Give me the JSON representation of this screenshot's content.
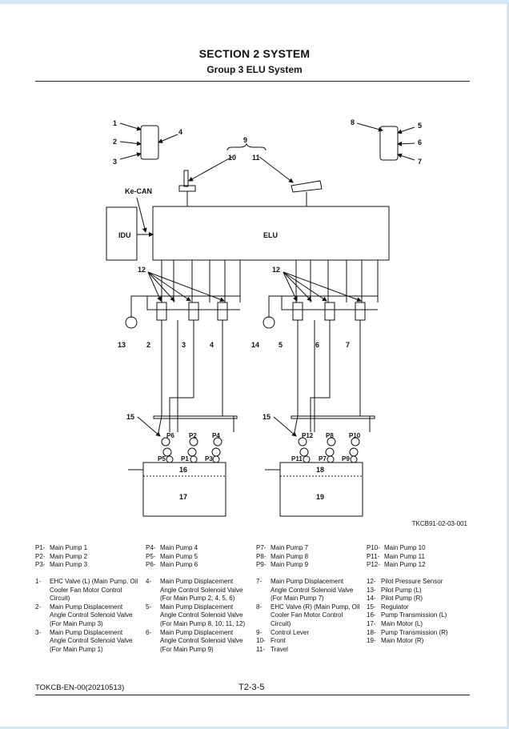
{
  "header": {
    "section_title": "SECTION 2 SYSTEM",
    "group_title": "Group 3 ELU System"
  },
  "diagram": {
    "figure_id": "TKCB91-02-03-001",
    "blocks": {
      "idu": "IDU",
      "elu": "ELU",
      "ke_can": "Ke-CAN"
    },
    "callouts": {
      "n1": "1",
      "n2": "2",
      "n3": "3",
      "n4": "4",
      "n5": "5",
      "n6": "6",
      "n7": "7",
      "n8": "8",
      "n9": "9",
      "n10": "10",
      "n11": "11",
      "n12a": "12",
      "n12b": "12",
      "n13": "13",
      "n14": "14",
      "n15a": "15",
      "n15b": "15",
      "n16": "16",
      "n17": "17",
      "n18": "18",
      "n19": "19",
      "v2": "2",
      "v3": "3",
      "v4": "4",
      "v5": "5",
      "v6": "6",
      "v7": "7"
    },
    "pumps": {
      "p1": "P1",
      "p2": "P2",
      "p3": "P3",
      "p4": "P4",
      "p5": "P5",
      "p6": "P6",
      "p7": "P7",
      "p8": "P8",
      "p9": "P9",
      "p10": "P10",
      "p11": "P11",
      "p12": "P12"
    }
  },
  "legend": {
    "pumps_col1": [
      {
        "k": "P1-",
        "v": "Main Pump 1"
      },
      {
        "k": "P2-",
        "v": "Main Pump 2"
      },
      {
        "k": "P3-",
        "v": "Main Pump 3"
      }
    ],
    "pumps_col2": [
      {
        "k": "P4-",
        "v": "Main Pump 4"
      },
      {
        "k": "P5-",
        "v": "Main Pump 5"
      },
      {
        "k": "P6-",
        "v": "Main Pump 6"
      }
    ],
    "pumps_col3": [
      {
        "k": "P7-",
        "v": "Main Pump 7"
      },
      {
        "k": "P8-",
        "v": "Main Pump 8"
      },
      {
        "k": "P9-",
        "v": "Main Pump 9"
      }
    ],
    "pumps_col4": [
      {
        "k": "P10-",
        "v": "Main Pump 10"
      },
      {
        "k": "P11-",
        "v": "Main Pump 11"
      },
      {
        "k": "P12-",
        "v": "Main Pump 12"
      }
    ],
    "items_col1": [
      {
        "k": "1-",
        "v": "EHC Valve (L) (Main Pump, Oil Cooler Fan Motor Control Circuit)"
      },
      {
        "k": "2-",
        "v": "Main Pump Displacement Angle Control Solenoid Valve (For Main Pump 3)"
      },
      {
        "k": "3-",
        "v": "Main Pump Displacement Angle Control Solenoid Valve (For Main Pump 1)"
      }
    ],
    "items_col2": [
      {
        "k": "4-",
        "v": "Main Pump Displacement Angle Control Solenoid Valve (For Main Pump 2, 4, 5, 6)"
      },
      {
        "k": "5-",
        "v": "Main Pump Displacement Angle Control Solenoid Valve (For Main Pump 8, 10, 11, 12)"
      },
      {
        "k": "6-",
        "v": "Main Pump Displacement Angle Control Solenoid Valve (For Main Pump 9)"
      }
    ],
    "items_col3": [
      {
        "k": "7-",
        "v": "Main Pump Displacement Angle Control Solenoid Valve (For Main Pump 7)"
      },
      {
        "k": "8-",
        "v": "EHC Valve (R) (Main Pump, Oil Cooler Fan Motor Control Circuit)"
      },
      {
        "k": "9-",
        "v": "Control Lever"
      },
      {
        "k": "10-",
        "v": "Front"
      },
      {
        "k": "11-",
        "v": "Travel"
      }
    ],
    "items_col4": [
      {
        "k": "12-",
        "v": "Pilot Pressure Sensor"
      },
      {
        "k": "13-",
        "v": "Pilot Pump (L)"
      },
      {
        "k": "14-",
        "v": "Pilot Pump (R)"
      },
      {
        "k": "15-",
        "v": "Regulator"
      },
      {
        "k": "16-",
        "v": "Pump Transmission (L)"
      },
      {
        "k": "17-",
        "v": "Main Motor (L)"
      },
      {
        "k": "18-",
        "v": "Pump Transmission (R)"
      },
      {
        "k": "19-",
        "v": "Main Motor (R)"
      }
    ]
  },
  "footer": {
    "doc_code": "TOKCB-EN-00(20210513)",
    "page_number": "T2-3-5"
  }
}
